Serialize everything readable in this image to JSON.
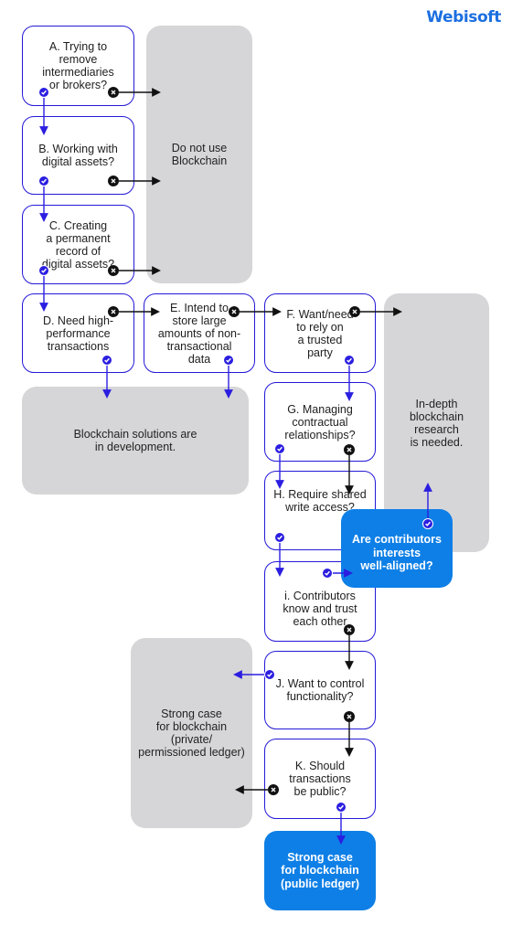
{
  "brand": {
    "logo_text": "Webisoft"
  },
  "colors": {
    "accent": "#2b1ee0",
    "highlight": "#0e7fe6",
    "panel": "#d6d6d8",
    "reject": "#111111"
  },
  "nodes": {
    "a": "A. Trying to\nremove\nintermediaries\nor brokers?",
    "b": "B. Working with\ndigital assets?",
    "c": "C. Creating\na permanent\nrecord of\ndigital assets?",
    "d": "D. Need high-\nperformance\ntransactions",
    "e": "E. Intend to\nstore large\namounts of non-\ntransactional\ndata",
    "f": "F. Want/need\nto rely on\na trusted\nparty",
    "g": "G. Managing\ncontractual\nrelationships?",
    "h": "H. Require shared\nwrite access?",
    "i": "i. Contributors\nknow and trust\neach other",
    "j": "J. Want to control\nfunctionality?",
    "k": "K. Should\ntransactions\nbe public?"
  },
  "outcomes": {
    "do_not_use": "Do not use\nBlockchain",
    "in_development": "Blockchain solutions are\nin development.",
    "research": "In-depth\nblockchain\nresearch\nis needed.",
    "private": "Strong case\nfor blockchain\n(private/\npermissioned ledger)",
    "aligned_question": "Are contributors\ninterests\nwell-aligned?",
    "public": "Strong case\nfor blockchain\n(public ledger)"
  },
  "icons": {
    "yes": "check-icon",
    "no": "cross-icon"
  }
}
